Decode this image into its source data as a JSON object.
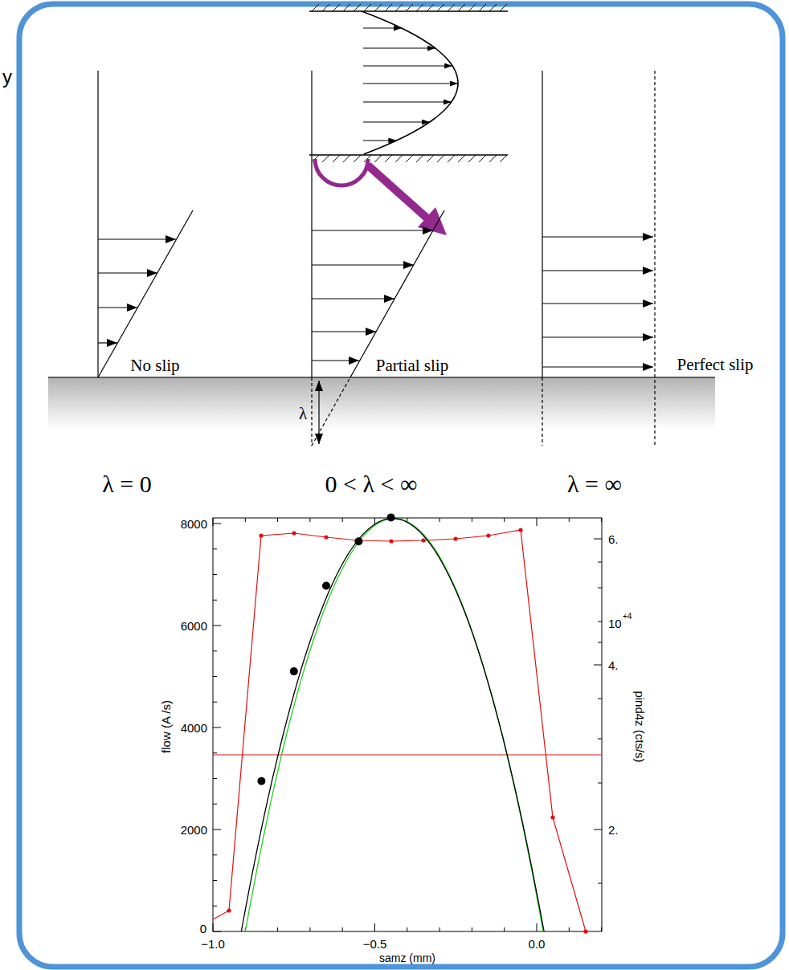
{
  "diagram": {
    "labels": [
      "y",
      "No slip",
      "Partial slip",
      "Perfect slip",
      "λ",
      "λ = 0",
      "0 < λ < ∞",
      "λ = ∞",
      "8000",
      "6000",
      "4000",
      "2000",
      "0",
      "−1.0",
      "−0.5",
      "0.0",
      "flow (A /s)",
      "samz (mm)",
      "pind4z (cts/s)",
      "6.",
      "10",
      "+4",
      "4.",
      "2."
    ]
  }
}
